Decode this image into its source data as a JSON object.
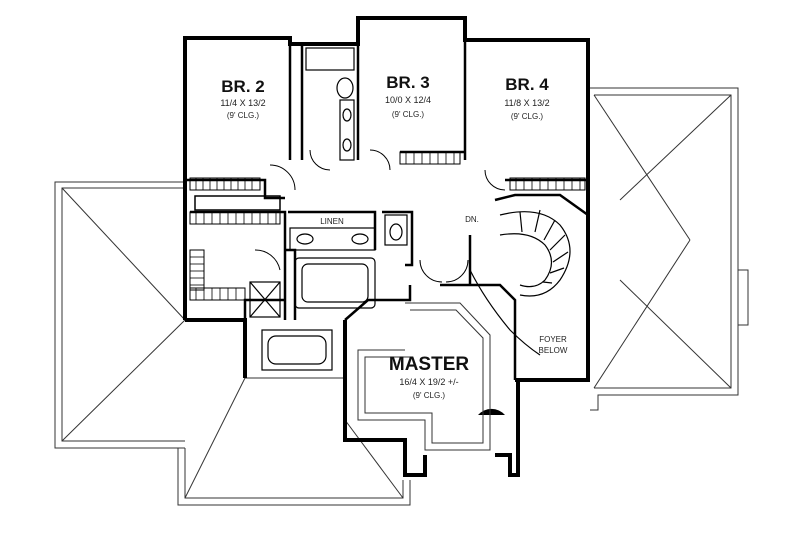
{
  "rooms": {
    "br2": {
      "name": "BR. 2",
      "dims": "11/4 X 13/2",
      "ceiling": "(9' CLG.)"
    },
    "br3": {
      "name": "BR. 3",
      "dims": "10/0 X 12/4",
      "ceiling": "(9' CLG.)"
    },
    "br4": {
      "name": "BR. 4",
      "dims": "11/8 X 13/2",
      "ceiling": "(9' CLG.)"
    },
    "master": {
      "name": "MASTER",
      "dims": "16/4 X 19/2 +/-",
      "ceiling": "(9' CLG.)"
    }
  },
  "labels": {
    "linen": "LINEN",
    "down": "DN.",
    "foyer_line1": "FOYER",
    "foyer_line2": "BELOW"
  }
}
